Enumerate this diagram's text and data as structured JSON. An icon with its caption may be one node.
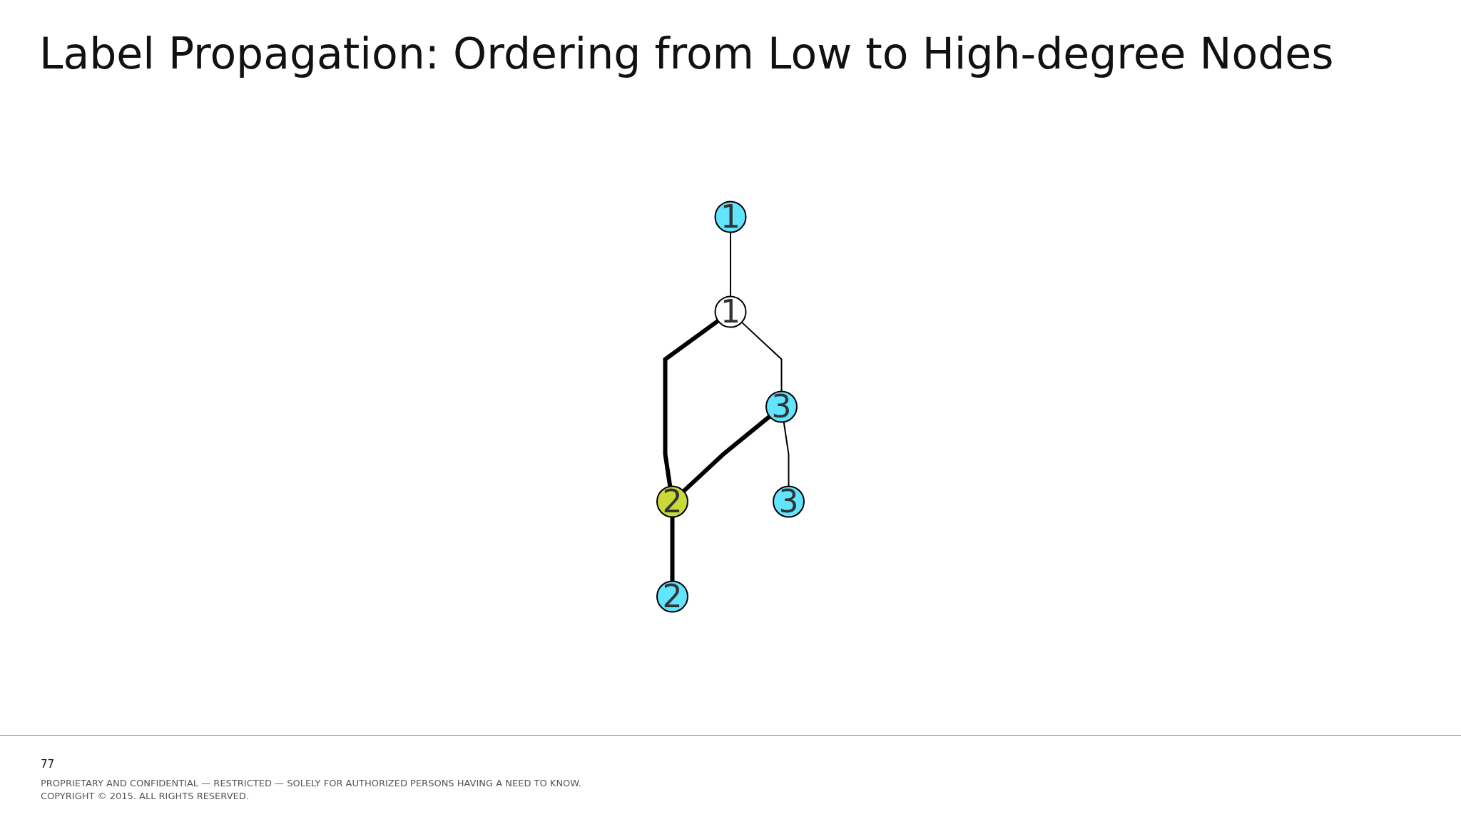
{
  "diagram": {
    "title": "Label Propagation: Ordering from Low to High-degree Nodes",
    "nodes": [
      {
        "text": [
          "1"
        ]
      },
      {
        "text": [
          "1"
        ]
      },
      {
        "text": [
          "3"
        ]
      },
      {
        "text": [
          "2"
        ]
      },
      {
        "text": [
          "3"
        ]
      },
      {
        "text": [
          "2"
        ]
      }
    ],
    "edges": [
      {
        "from": 0,
        "to": 1,
        "arrow": "none"
      },
      {
        "from": 1,
        "to": 2,
        "arrow": "none"
      },
      {
        "from": 1,
        "to": 3,
        "arrow": "none",
        "style": "thick"
      },
      {
        "from": 2,
        "to": 3,
        "arrow": "none",
        "style": "thick"
      },
      {
        "from": 2,
        "to": 4,
        "arrow": "none"
      },
      {
        "from": 3,
        "to": 5,
        "arrow": "none",
        "style": "thick"
      }
    ],
    "labels": [
      "77",
      "PROPRIETARY AND CONFIDENTIAL — RESTRICTED — SOLELY FOR AUTHORIZED PERSONS HAVING A NEED TO KNOW.",
      "COPYRIGHT © 2015. ALL RIGHTS RESERVED."
    ]
  }
}
